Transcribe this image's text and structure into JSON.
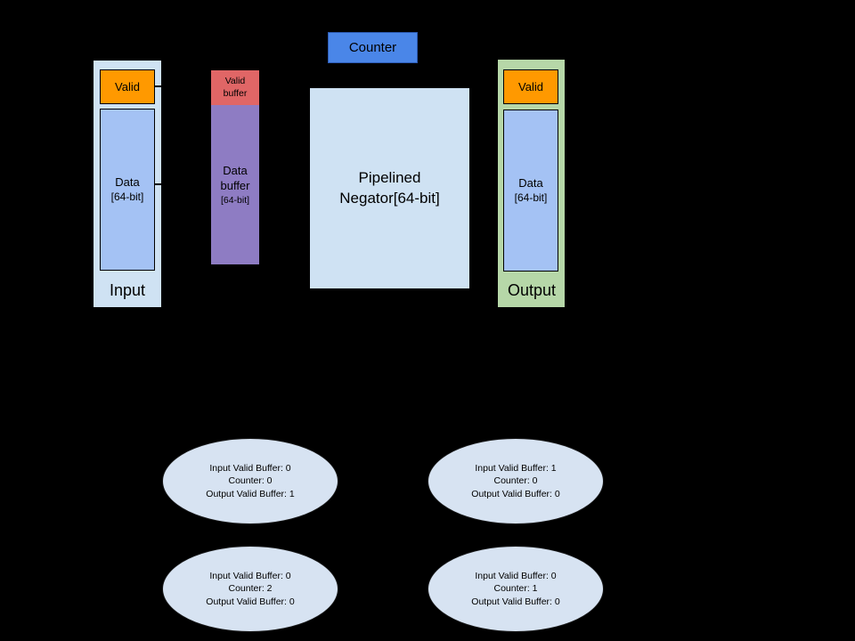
{
  "palette": {
    "background": "#000000",
    "counter_blue": "#4a86e8",
    "pale_blue": "#cfe2f3",
    "data_blue": "#a4c2f4",
    "orange": "#ff9900",
    "salmon": "#e06666",
    "purple": "#8e7cc3",
    "green": "#b6d7a8",
    "ellipse_blue": "#d7e3f2"
  },
  "pipeline": {
    "counter_label": "Counter",
    "input": {
      "title": "Input",
      "valid_label": "Valid",
      "data_line1": "Data",
      "data_line2": "[64-bit]"
    },
    "valid_buffer": {
      "line1": "Valid",
      "line2": "buffer"
    },
    "data_buffer": {
      "line1": "Data",
      "line2": "buffer",
      "line3": "[64-bit]"
    },
    "negator": {
      "line1": "Pipelined",
      "line2": "Negator[64-bit]"
    },
    "output": {
      "title": "Output",
      "valid_label": "Valid",
      "data_line1": "Data",
      "data_line2": "[64-bit]"
    }
  },
  "states": [
    {
      "lines": [
        "Input Valid Buffer: 0",
        "Counter: 0",
        "Output Valid Buffer: 1"
      ]
    },
    {
      "lines": [
        "Input Valid Buffer: 1",
        "Counter: 0",
        "Output Valid Buffer: 0"
      ]
    },
    {
      "lines": [
        "Input Valid Buffer: 0",
        "Counter: 2",
        "Output Valid Buffer: 0"
      ]
    },
    {
      "lines": [
        "Input Valid Buffer: 0",
        "Counter: 1",
        "Output Valid Buffer: 0"
      ]
    }
  ]
}
